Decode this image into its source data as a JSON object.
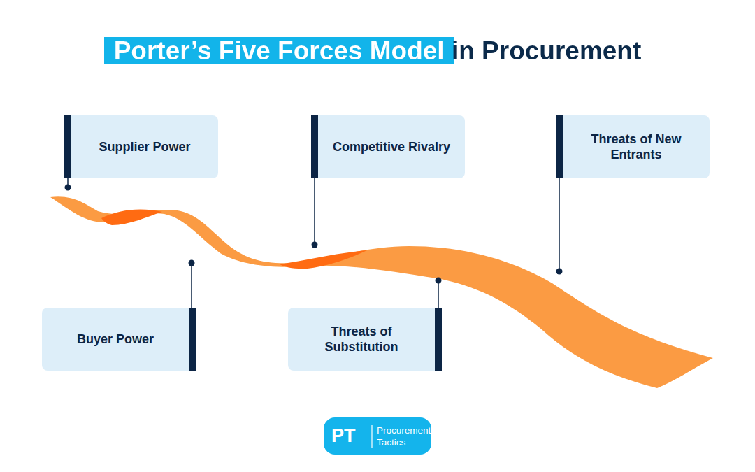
{
  "diagram": {
    "title": "Porter’s Five Forces Model in Procurement",
    "nodes": [
      {
        "text": [
          "Supplier Power"
        ]
      },
      {
        "text": [
          "Competitive Rivalry"
        ]
      },
      {
        "text": [
          "Threats of New Entrants"
        ]
      },
      {
        "text": [
          "Buyer Power"
        ]
      },
      {
        "text": [
          "Threats of Substitution"
        ]
      }
    ],
    "labels": [
      "PT",
      "Procurement Tactics"
    ]
  }
}
